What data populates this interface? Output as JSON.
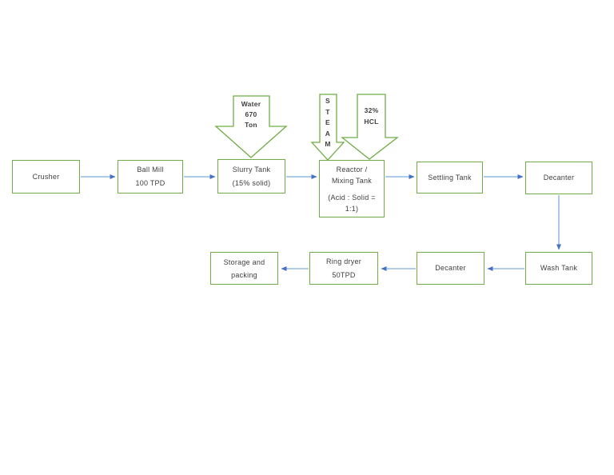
{
  "diagram": {
    "colors": {
      "box_border": "#70AD47",
      "block_arrow_outline": "#70AD47",
      "connector_line": "#7FACDE",
      "connector_head": "#4472C4",
      "text": "#3f3f3f",
      "background": "#ffffff"
    },
    "nodes": {
      "crusher": {
        "lines": [
          "Crusher"
        ]
      },
      "ball_mill": {
        "lines": [
          "Ball Mill",
          "100 TPD"
        ]
      },
      "slurry_tank": {
        "lines": [
          "Slurry Tank",
          "(15% solid)"
        ]
      },
      "reactor": {
        "lines": [
          "Reactor /",
          "Mixing Tank",
          "(Acid : Solid =",
          "1:1)"
        ]
      },
      "settling_tank": {
        "lines": [
          "Settling Tank"
        ]
      },
      "decanter_top": {
        "lines": [
          "Decanter"
        ]
      },
      "wash_tank": {
        "lines": [
          "Wash Tank"
        ]
      },
      "decanter_bottom": {
        "lines": [
          "Decanter"
        ]
      },
      "ring_dryer": {
        "lines": [
          "Ring dryer",
          "50TPD"
        ]
      },
      "storage_packing": {
        "lines": [
          "Storage and",
          "packing"
        ]
      }
    },
    "inputs": {
      "water": {
        "lines": [
          "Water",
          "670",
          "Ton"
        ]
      },
      "steam": {
        "letters": [
          "S",
          "T",
          "E",
          "A",
          "M"
        ]
      },
      "hcl": {
        "lines": [
          "32%",
          "HCL"
        ]
      }
    }
  }
}
